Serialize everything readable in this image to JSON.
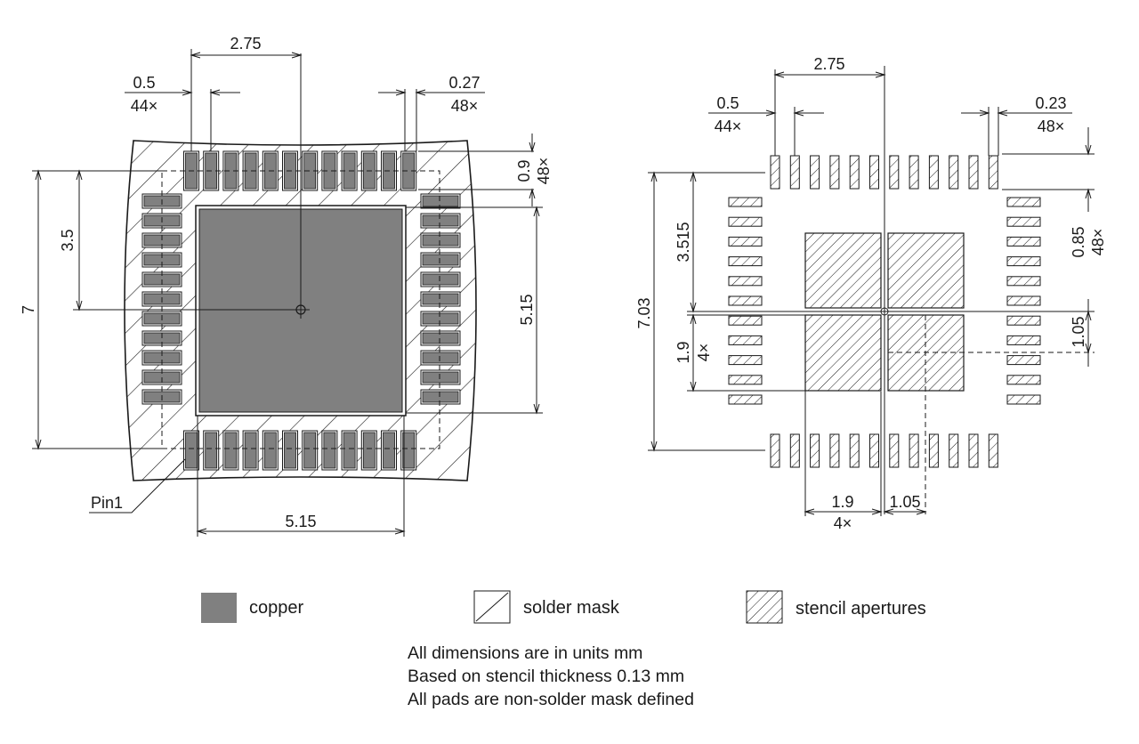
{
  "left_view": {
    "dims": {
      "center_offset_x": "2.75",
      "pitch": "0.5",
      "pitch_count": "44×",
      "pad_width": "0.27",
      "pad_width_count": "48×",
      "pad_length": "0.9",
      "pad_length_count": "48×",
      "center_offset_y": "3.5",
      "overall": "7",
      "epad_vertical": "5.15",
      "epad_horizontal": "5.15"
    },
    "pin1_label": "Pin1"
  },
  "right_view": {
    "dims": {
      "center_offset_x": "2.75",
      "pitch": "0.5",
      "pitch_count": "44×",
      "aperture_width": "0.23",
      "aperture_width_count": "48×",
      "aperture_length": "0.85",
      "aperture_length_count": "48×",
      "center_offset_y": "3.515",
      "overall": "7.03",
      "window_v": "1.9",
      "window_v_count": "4×",
      "gap_v": "1.05",
      "window_h": "1.9",
      "window_h_count": "4×",
      "gap_h": "1.05"
    }
  },
  "legend": [
    {
      "label": "copper",
      "pattern": "solid"
    },
    {
      "label": "solder mask",
      "pattern": "sparse-hatch"
    },
    {
      "label": "stencil apertures",
      "pattern": "dense-hatch"
    }
  ],
  "notes": [
    "All dimensions are in units mm",
    "Based on stencil thickness 0.13 mm",
    "All pads are non-solder mask defined"
  ],
  "colors": {
    "copper": "#808080",
    "line": "#1a1a1a",
    "background": "#ffffff"
  }
}
